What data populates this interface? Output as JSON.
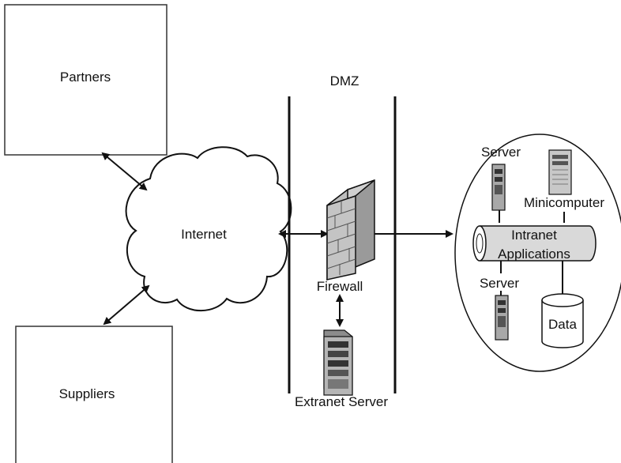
{
  "labels": {
    "partners": "Partners",
    "suppliers": "Suppliers",
    "internet": "Internet",
    "dmz": "DMZ",
    "firewall": "Firewall",
    "extranet_server": "Extranet Server",
    "server_top": "Server",
    "minicomputer": "Minicomputer",
    "intranet_line1": "Intranet",
    "intranet_line2": "Applications",
    "server_bottom": "Server",
    "data": "Data"
  },
  "colors": {
    "stroke": "#111111",
    "fill": "#ffffff",
    "pipe": "#d9d9d9",
    "brick": "#bdbdbd"
  }
}
